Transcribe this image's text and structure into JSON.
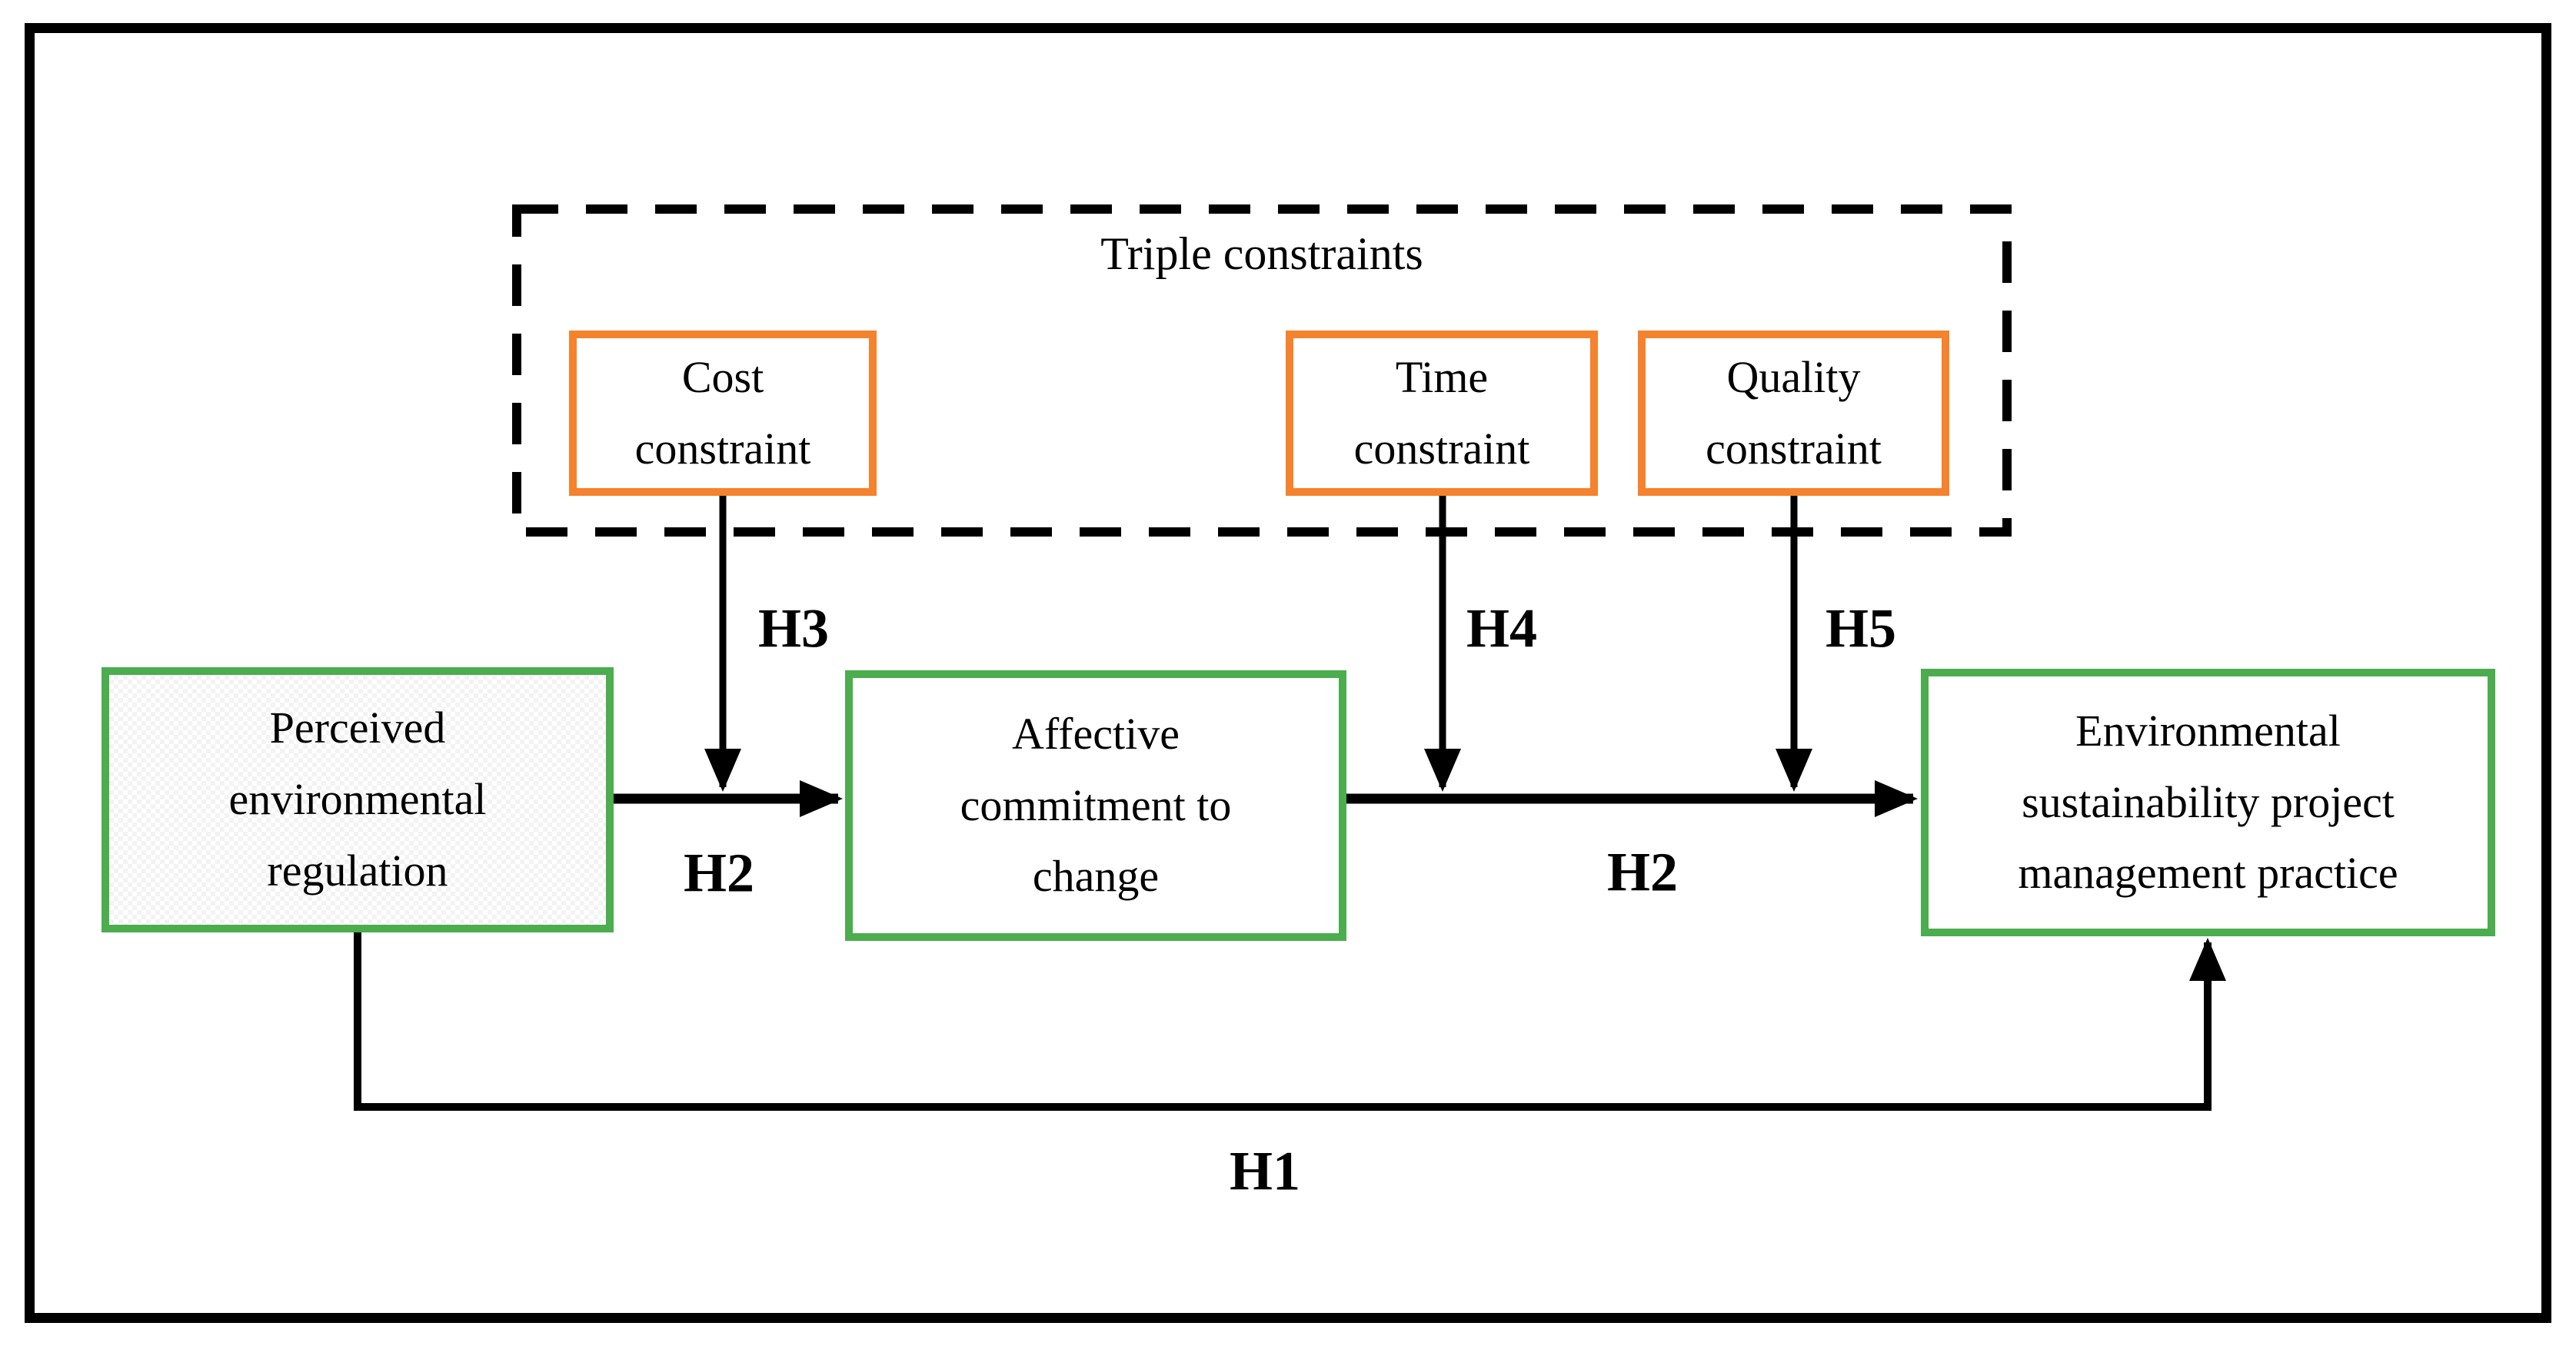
{
  "figure": {
    "triple_constraints_group": {
      "title": "Triple constraints",
      "boxes": [
        {
          "id": "cost",
          "label": "Cost\nconstraint"
        },
        {
          "id": "time",
          "label": "Time\nconstraint"
        },
        {
          "id": "quality",
          "label": "Quality\nconstraint"
        }
      ]
    },
    "main_boxes": [
      {
        "id": "perceived",
        "label": "Perceived\nenvironmental\nregulation"
      },
      {
        "id": "affective",
        "label": "Affective\ncommitment to\nchange"
      },
      {
        "id": "espmp",
        "label": "Environmental\nsustainability project\nmanagement practice"
      }
    ],
    "hypothesis_labels": {
      "h1": "H1",
      "h2_left": "H2",
      "h2_right": "H2",
      "h3": "H3",
      "h4": "H4",
      "h5": "H5"
    },
    "colors": {
      "constraint_box_border": "#F5822C",
      "main_box_border": "#4BAD4E",
      "arrow": "#000000",
      "frame": "#000000"
    }
  }
}
